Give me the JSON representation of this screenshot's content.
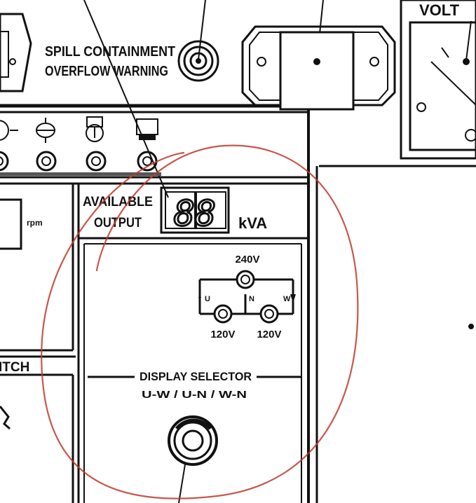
{
  "labels": {
    "volt": "VOLT",
    "spill_line1": "SPILL CONTAINMENT",
    "spill_line2": "OVERFLOW WARNING",
    "available_line1": "AVAILABLE",
    "available_line2": "OUTPUT",
    "display_digits": "88",
    "kva_unit": "kVA",
    "rpm_unit": "rpm",
    "switch_fragment": "ITCH",
    "voltage_240": "240V",
    "voltage_120_left": "120V",
    "voltage_120_right": "120V",
    "neutral_mark": "N",
    "phase_left": "U",
    "phase_right": "W",
    "display_selector": "DISPLAY SELECTOR",
    "selector_options": "U-W / U-N / W-N"
  },
  "colors": {
    "ink": "#111111",
    "annotation_circle": "#c0392b",
    "segment_display_bg": "#1a1a1a"
  },
  "icons": [
    "warning-lamp-icon",
    "oil-icon",
    "water-temp-icon",
    "battery-icon",
    "indicator-lamp-icon",
    "rotary-knob-icon"
  ]
}
